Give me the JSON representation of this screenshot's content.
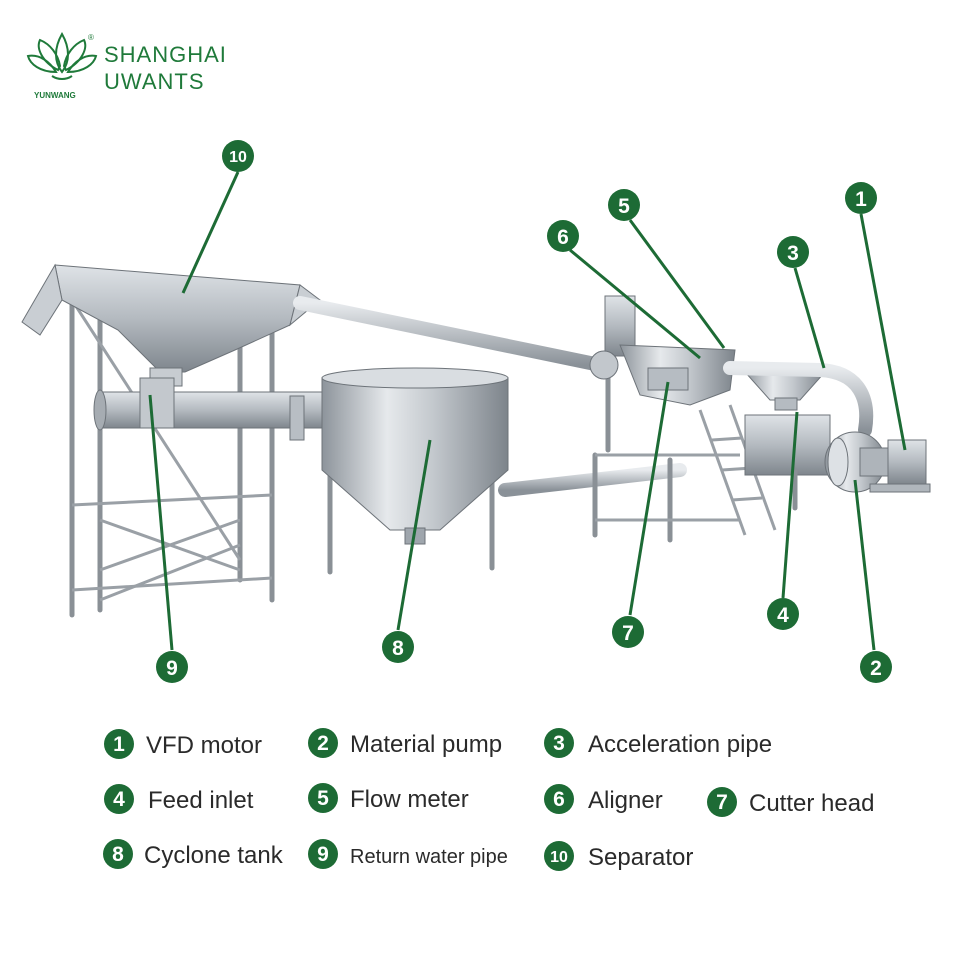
{
  "brand": {
    "name_line1": "SHANGHAI",
    "name_line2": "UWANTS",
    "logo_text": "YUNWANG",
    "registered_mark": "®"
  },
  "colors": {
    "accent": "#1d6b35",
    "brand": "#1f7a3a",
    "text": "#2a2a2a",
    "steel": "#b9bfc5"
  },
  "markers": [
    {
      "number": "1",
      "label": "VFD motor"
    },
    {
      "number": "2",
      "label": "Material pump"
    },
    {
      "number": "3",
      "label": "Acceleration pipe"
    },
    {
      "number": "4",
      "label": "Feed inlet"
    },
    {
      "number": "5",
      "label": "Flow meter"
    },
    {
      "number": "6",
      "label": "Aligner"
    },
    {
      "number": "7",
      "label": "Cutter head"
    },
    {
      "number": "8",
      "label": "Cyclone tank"
    },
    {
      "number": "9",
      "label": "Return water pipe"
    },
    {
      "number": "10",
      "label": "Separator"
    }
  ]
}
